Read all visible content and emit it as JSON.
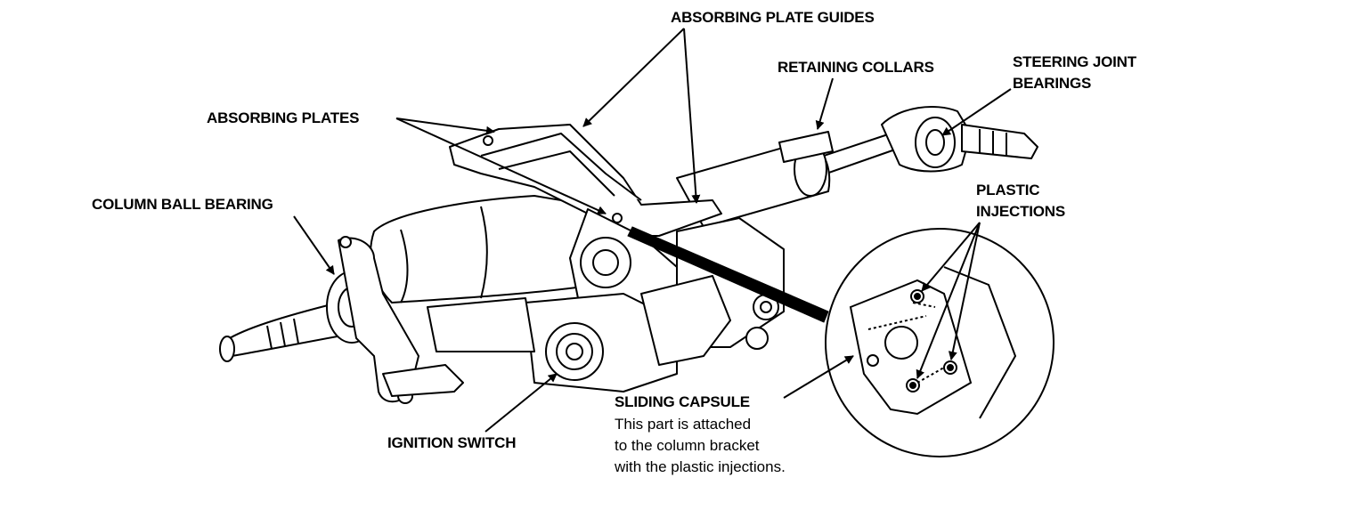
{
  "labels": {
    "absorbing_plate_guides": "ABSORBING PLATE GUIDES",
    "retaining_collars": "RETAINING COLLARS",
    "steering_joint_bearings_1": "STEERING JOINT",
    "steering_joint_bearings_2": "BEARINGS",
    "absorbing_plates": "ABSORBING PLATES",
    "column_ball_bearing": "COLUMN BALL BEARING",
    "plastic_injections_1": "PLASTIC",
    "plastic_injections_2": "INJECTIONS",
    "sliding_capsule": "SLIDING CAPSULE",
    "sliding_capsule_desc_1": "This part is attached",
    "sliding_capsule_desc_2": "to the column bracket",
    "sliding_capsule_desc_3": "with the plastic injections.",
    "ignition_switch": "IGNITION SWITCH"
  },
  "colors": {
    "ink": "#000000",
    "paper": "#ffffff"
  }
}
